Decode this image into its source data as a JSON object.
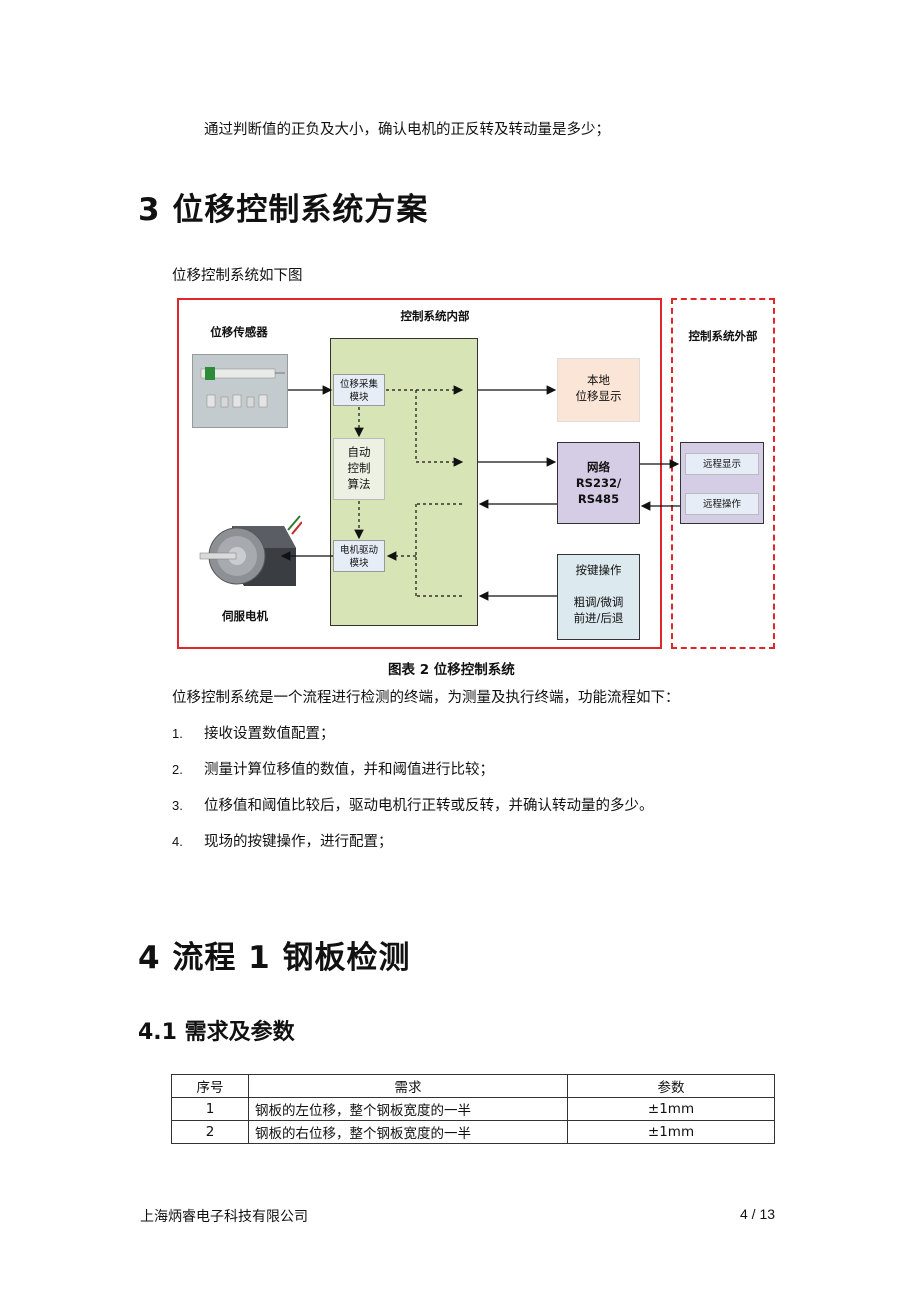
{
  "intro_line": "通过判断值的正负及大小，确认电机的正反转及转动量是多少；",
  "section3": {
    "title": "3 位移控制系统方案",
    "caption_intro": "位移控制系统如下图",
    "diagram": {
      "inner_title": "控制系统内部",
      "outer_title": "控制系统外部",
      "sensor_label": "位移传感器",
      "motor_label": "伺服电机",
      "acq_module": "位移采集\n模块",
      "algo": "自动\n控制\n算法",
      "drive_module": "电机驱动\n模块",
      "local_display": "本地\n位移显示",
      "network": "网络\nRS232/\nRS485",
      "keys": "按键操作\n\n粗调/微调\n前进/后退",
      "remote_display": "远程显示",
      "remote_operation": "远程操作"
    },
    "figure_caption": "图表 2 位移控制系统",
    "desc": "位移控制系统是一个流程进行检测的终端，为测量及执行终端，功能流程如下：",
    "steps": [
      {
        "num": "1.",
        "text": "接收设置数值配置；"
      },
      {
        "num": "2.",
        "text": "测量计算位移值的数值，并和阈值进行比较；"
      },
      {
        "num": "3.",
        "text": "位移值和阈值比较后，驱动电机行正转或反转，并确认转动量的多少。"
      },
      {
        "num": "4.",
        "text": "现场的按键操作，进行配置；"
      }
    ]
  },
  "section4": {
    "title": "4 流程 1  钢板检测",
    "sub_title": "4.1  需求及参数",
    "table": {
      "headers": [
        "序号",
        "需求",
        "参数"
      ],
      "rows": [
        [
          "1",
          "钢板的左位移，整个钢板宽度的一半",
          "±1mm"
        ],
        [
          "2",
          "钢板的右位移，整个钢板宽度的一半",
          "±1mm"
        ]
      ]
    }
  },
  "footer": {
    "company": "上海炳睿电子科技有限公司",
    "page": "4 / 13"
  }
}
